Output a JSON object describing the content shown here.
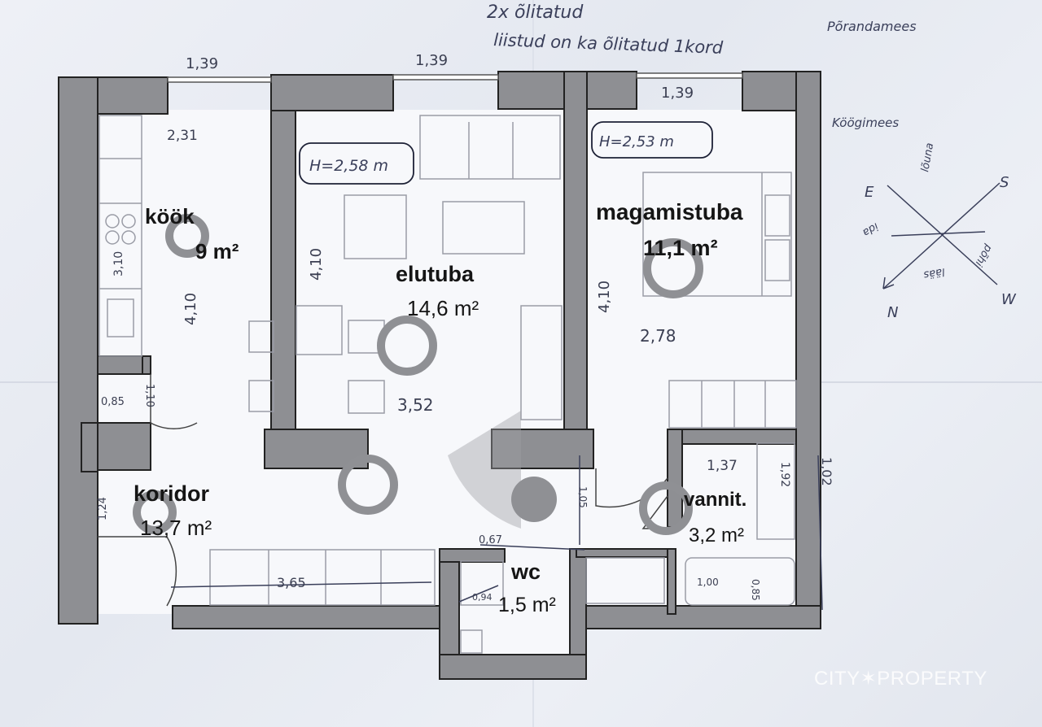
{
  "notes": {
    "line1": "2x õlitatud",
    "line2": "liistud on ka õlitatud 1kord",
    "floor": "Põrandamees",
    "kitchen": "Köögimees"
  },
  "dims": {
    "top_left": "1,39",
    "top_mid": "1,39",
    "top_right": "1,39",
    "kitchen_w": "2,31",
    "kitchen_h": "4,10",
    "kitchen_side": "3,10",
    "living_h": "4,10",
    "living_w": "3,52",
    "bed_h": "4,10",
    "bed_w": "2,78",
    "bath_w": "1,37",
    "bath_h": "1,92",
    "bath_side": "1,02",
    "storage_a": "0,85",
    "storage_b": "1,10",
    "corr_left": "1,24",
    "corr_len": "3,65",
    "wc_w": "0,67",
    "wc_small": "0,94",
    "wc_side": "1,05",
    "tub_a": "1,00",
    "tub_b": "0,85"
  },
  "heights": {
    "living": "H=2,58 m",
    "bedroom": "H=2,53 m"
  },
  "rooms": {
    "kitchen_name": "köök",
    "kitchen_area": "9 m²",
    "living_name": "elutuba",
    "living_area": "14,6 m²",
    "bed_name": "magamistuba",
    "bed_area": "11,1 m²",
    "corr_name": "koridor",
    "corr_area": "13,7 m²",
    "wc_name": "wc",
    "wc_area": "1,5 m²",
    "bath_name": "vannit.",
    "bath_area": "3,2 m²"
  },
  "compass": {
    "e": "E",
    "s": "S",
    "w": "W",
    "n": "N",
    "ne": "lõuna",
    "nw": "ida",
    "sw": "lääs",
    "se": "põhi"
  },
  "brand": "CITY✶PROPERTY"
}
